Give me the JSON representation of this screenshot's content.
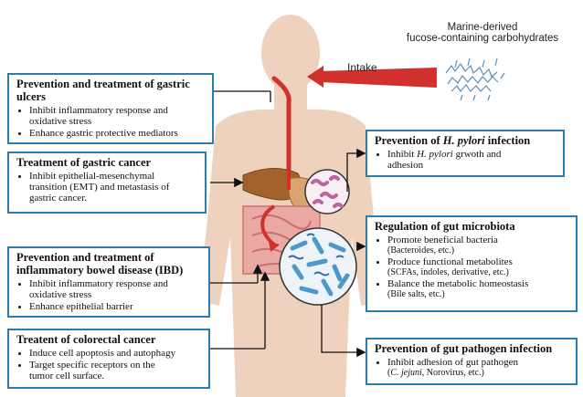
{
  "source": {
    "line1": "Marine-derived",
    "line2": "fucose-containing carbohydrates"
  },
  "intake_label": "Intake",
  "boxes": {
    "gastric_ulcers": {
      "title1": "Prevention and treatment of gastric",
      "title2": "ulcers",
      "bullets": [
        "Inhibit inflammatory response and",
        "oxidative stress",
        "Enhance gastric protective mediators"
      ]
    },
    "gastric_cancer": {
      "title": "Treatment of gastric cancer",
      "bullets": [
        "Inhibit epithelial-mesenchymal",
        "transition (EMT) and metastasis of",
        "gastric cancer."
      ]
    },
    "ibd": {
      "title1": "Prevention and treatment of",
      "title2": "inflammatory bowel disease (IBD)",
      "bullets": [
        "Inhibit inflammatory response and",
        "oxidative stress",
        "Enhance epithelial barrier"
      ]
    },
    "colorectal": {
      "title": "Treatent of colorectal cancer",
      "bullets": [
        "Induce cell apoptosis and autophagy",
        "Target specific receptors on the",
        "tumor cell surface."
      ]
    },
    "hpylori": {
      "title_prefix": "Prevention of ",
      "title_italic": "H. pylori",
      "title_suffix": " infection",
      "bullet_prefix": "Inhibit ",
      "bullet_italic": "H. pylori",
      "bullet_suffix": " grwoth and",
      "bullet_line2": "adhesion"
    },
    "microbiota": {
      "title": "Regulation of gut microbiota",
      "bullets": [
        {
          "main": "Promote beneficial bacteria",
          "sub": "(Bacteroides, etc.)"
        },
        {
          "main": "Produce functional metabolites",
          "sub": "(SCFAs, indoles, derivative, etc.)"
        },
        {
          "main": "Balance the metabolic homeostasis",
          "sub": "(Bile salts, etc.)"
        }
      ]
    },
    "pathogen": {
      "title": "Prevention of gut pathogen infection",
      "bullet": "Inhibit adhesion of gut pathogen",
      "sub_open": "(",
      "sub_italic": "C. jejuni",
      "sub_rest": ", Norovirus, etc.)"
    }
  },
  "colors": {
    "box_border": "#2c7cb0",
    "arrow_red": "#d0312d",
    "skin": "#efd2bd",
    "liver": "#a3622c",
    "intestine": "#e8908e",
    "bacteria_blue": "#4d98c9"
  }
}
